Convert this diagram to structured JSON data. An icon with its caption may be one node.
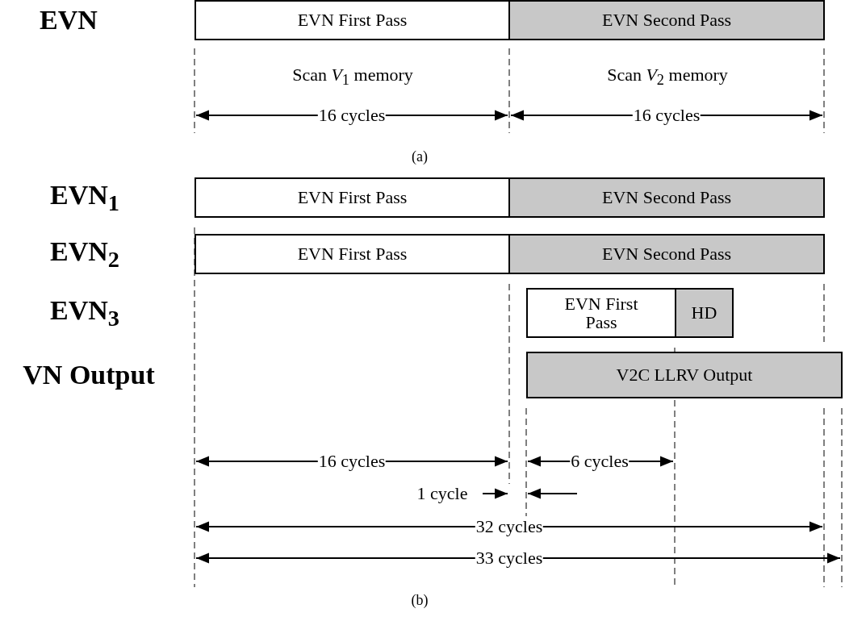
{
  "diagram": {
    "nodes": [
      {
        "text": [
          "EVN First Pass"
        ]
      },
      {
        "text": [
          "EVN Second Pass"
        ]
      },
      {
        "text": [
          "EVN First Pass"
        ]
      },
      {
        "text": [
          "EVN Second Pass"
        ]
      },
      {
        "text": [
          "EVN First Pass"
        ]
      },
      {
        "text": [
          "EVN Second Pass"
        ]
      },
      {
        "text": [
          "EVN First Pass"
        ]
      },
      {
        "text": [
          "HD"
        ]
      },
      {
        "text": [
          "V2C LLRV Output"
        ]
      }
    ],
    "labels": [
      "EVN",
      "Scan *V*$_{1}$ memory",
      "Scan *V*$_{2}$ memory",
      "16 cycles",
      "16 cycles",
      "(a)",
      "EVN$_{1}$",
      "EVN$_{2}$",
      "EVN$_{3}$",
      "VN Output",
      "16 cycles",
      "6 cycles",
      "1 cycle",
      "32 cycles",
      "33 cycles",
      "(b)"
    ]
  }
}
